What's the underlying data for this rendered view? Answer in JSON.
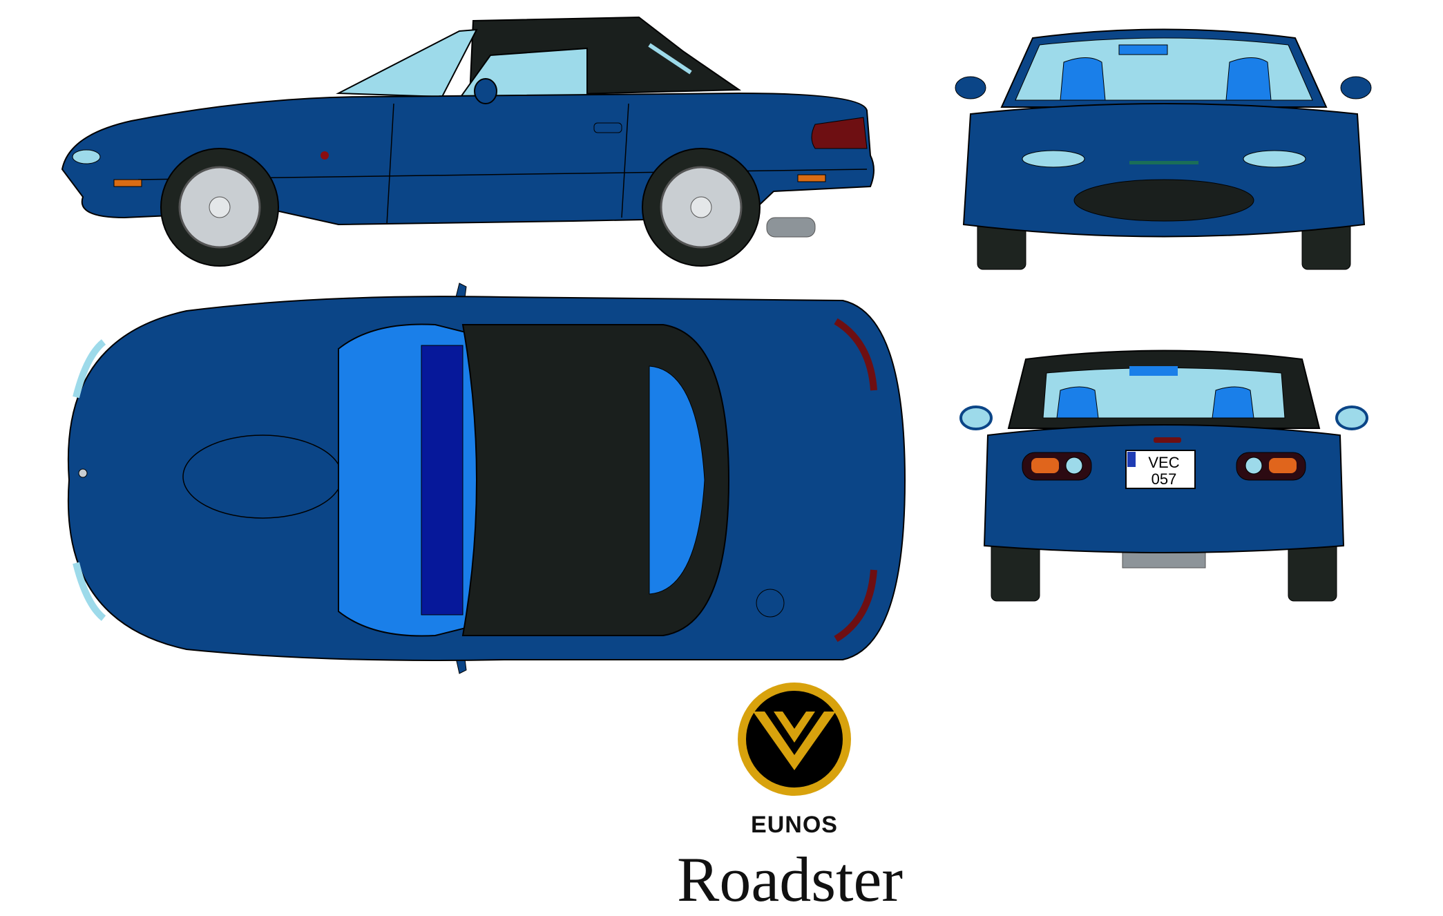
{
  "brand": {
    "name": "EUNOS",
    "logo_icon": "eunos-emblem-icon"
  },
  "model": {
    "name": "Roadster"
  },
  "license_plate": {
    "line1": "VEC",
    "line2": "057"
  },
  "colors": {
    "body": "#0b4587",
    "body_dark": "#083766",
    "soft_top": "#1a1f1d",
    "glass": "#9ddaea",
    "interior": "#1a7fe9",
    "interior_dark": "#06189a",
    "tire": "#1e2420",
    "taillight": "#6e0f12",
    "logo_gold": "#d8a20d"
  }
}
